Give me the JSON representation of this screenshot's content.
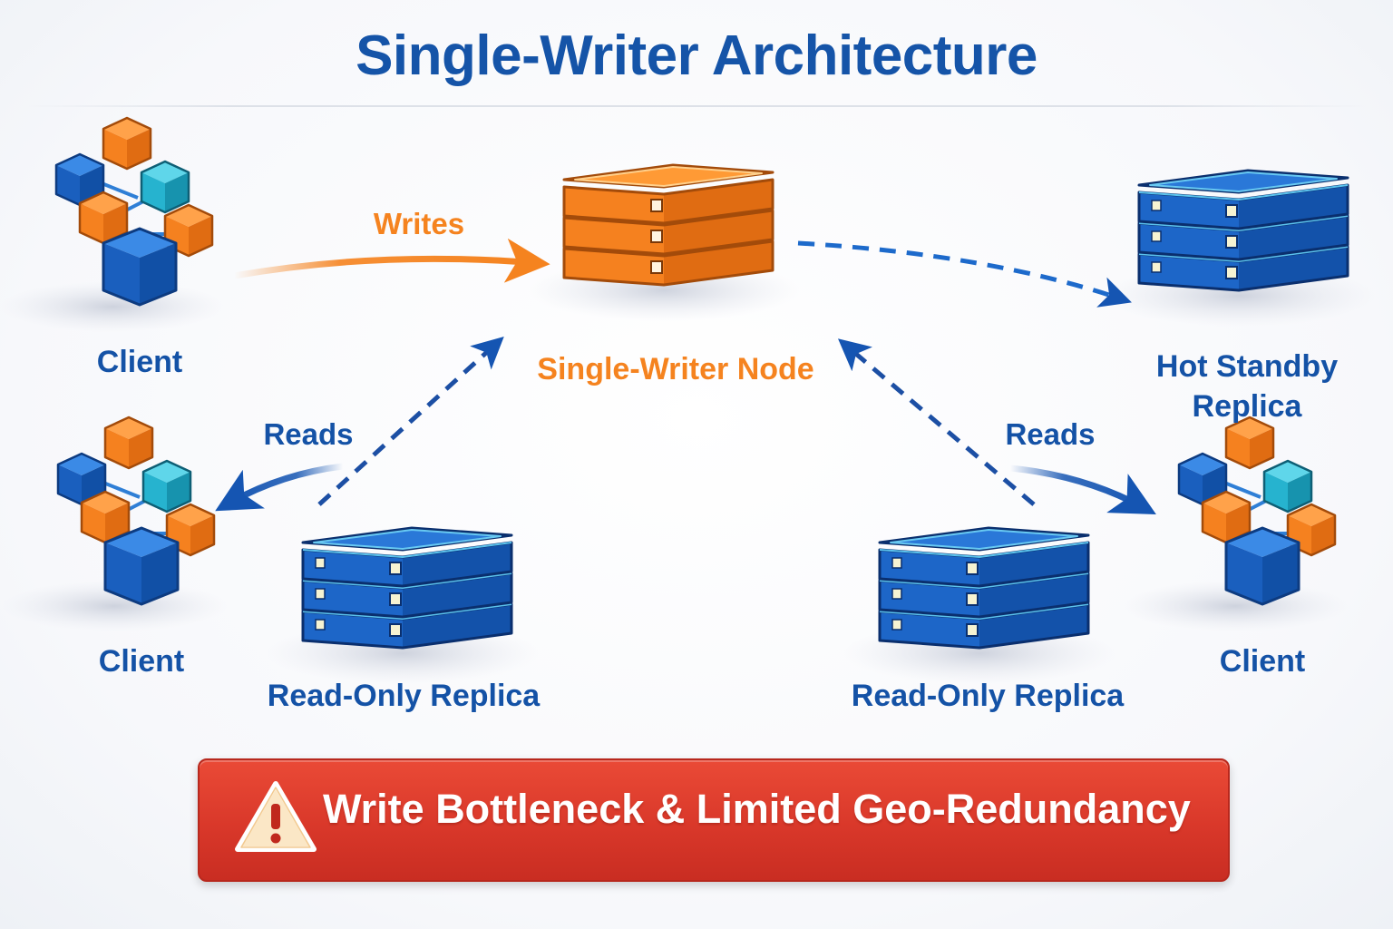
{
  "title": "Single-Writer Architecture",
  "nodes": {
    "client_top_left": {
      "label": "Client",
      "icon": "client-cubes-icon"
    },
    "client_bottom_left": {
      "label": "Client",
      "icon": "client-cubes-icon"
    },
    "client_bottom_right": {
      "label": "Client",
      "icon": "client-cubes-icon"
    },
    "single_writer": {
      "label": "Single-Writer Node",
      "icon": "server-stack-icon",
      "color": "#f5831f"
    },
    "hot_standby": {
      "label_line1": "Hot Standby",
      "label_line2": "Replica",
      "icon": "server-stack-icon",
      "color": "#1a63c4"
    },
    "replica_left": {
      "label": "Read-Only Replica",
      "icon": "server-stack-icon",
      "color": "#1a63c4"
    },
    "replica_right": {
      "label": "Read-Only Replica",
      "icon": "server-stack-icon",
      "color": "#1a63c4"
    }
  },
  "flows": {
    "writes": "Writes",
    "reads_left": "Reads",
    "reads_right": "Reads"
  },
  "warning": {
    "text": "Write Bottleneck & Limited Geo-Redundancy",
    "icon": "warning-triangle-icon",
    "color": "#d9382a"
  },
  "colors": {
    "title": "#1554a8",
    "blue_accent": "#1452a6",
    "orange_accent": "#f5831f"
  }
}
